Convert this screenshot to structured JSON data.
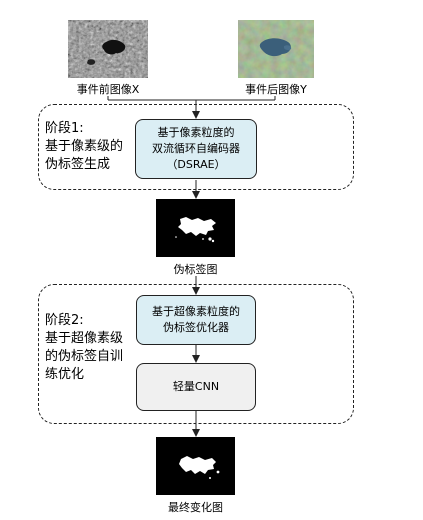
{
  "inputs": {
    "before_caption": "事件前图像X",
    "after_caption": "事件后图像Y"
  },
  "stage1": {
    "label_lines": [
      "阶段1:",
      "基于像素级的",
      "伪标签生成"
    ],
    "process_lines": [
      "基于像素粒度的",
      "双流循环自编码器",
      "（DSRAE）"
    ]
  },
  "pseudo_label_caption": "伪标签图",
  "stage2": {
    "label_lines": [
      "阶段2:",
      "基于超像素级",
      "的伪标签自训",
      "练优化"
    ],
    "optimizer_lines": [
      "基于超像素粒度的",
      "伪标签优化器"
    ],
    "cnn_label": "轻量CNN"
  },
  "final_caption": "最终变化图",
  "colors": {
    "process_fill": "#dbeef4",
    "cnn_fill": "#f0f0f0",
    "border": "#222222"
  }
}
